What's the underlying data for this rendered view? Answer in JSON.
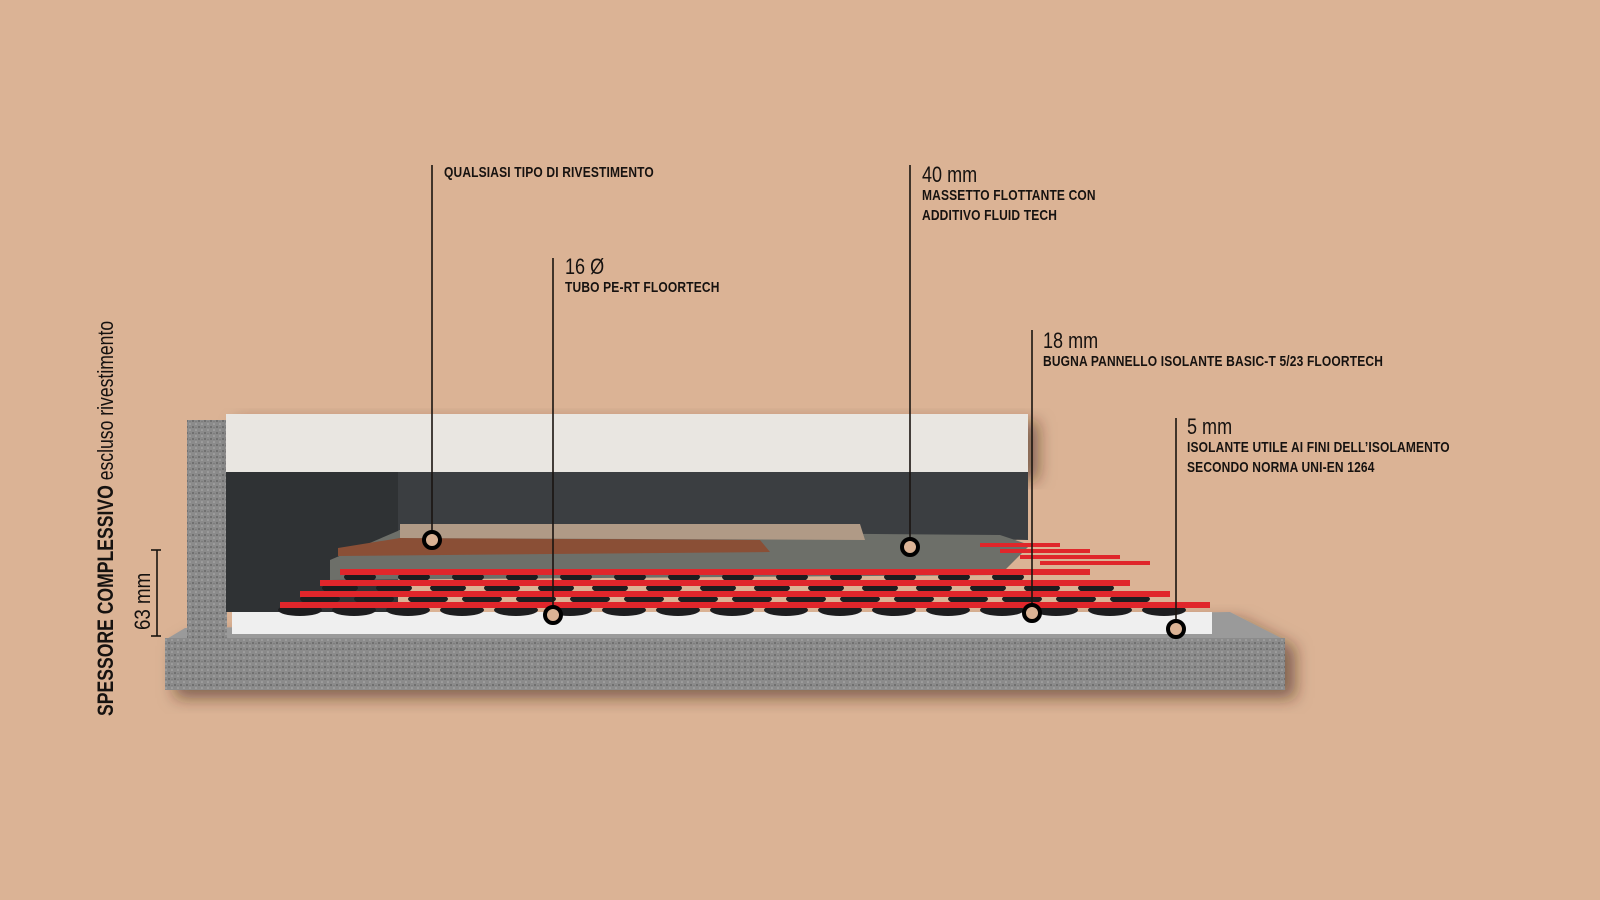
{
  "title": {
    "bold": "SPESSORE COMPLESSIVO",
    "rest": "escluso rivestimento"
  },
  "total_thickness": "63 mm",
  "callouts": [
    {
      "size": "",
      "lines": [
        "QUALSIASI TIPO DI RIVESTIMENTO"
      ]
    },
    {
      "size": "16 Ø",
      "lines": [
        "TUBO PE-RT FLOORTECH"
      ]
    },
    {
      "size": "40 mm",
      "lines": [
        "MASSETTO FLOTTANTE CON",
        "ADDITIVO FLUID TECH"
      ]
    },
    {
      "size": "18 mm",
      "lines": [
        "BUGNA PANNELLO ISOLANTE BASIC-T 5/23 FLOORTECH"
      ]
    },
    {
      "size": "5 mm",
      "lines": [
        "ISOLANTE UTILE AI FINI DELL’ISOLAMENTO",
        "SECONDO NORMA UNI-EN 1264"
      ]
    }
  ],
  "colors": {
    "background": "#dbb395",
    "pipe": "#e0262b",
    "concrete": "#8a8a8a",
    "screed": "#6d6f69",
    "wall": "#e8e5e0",
    "band": "#3b3e41"
  }
}
